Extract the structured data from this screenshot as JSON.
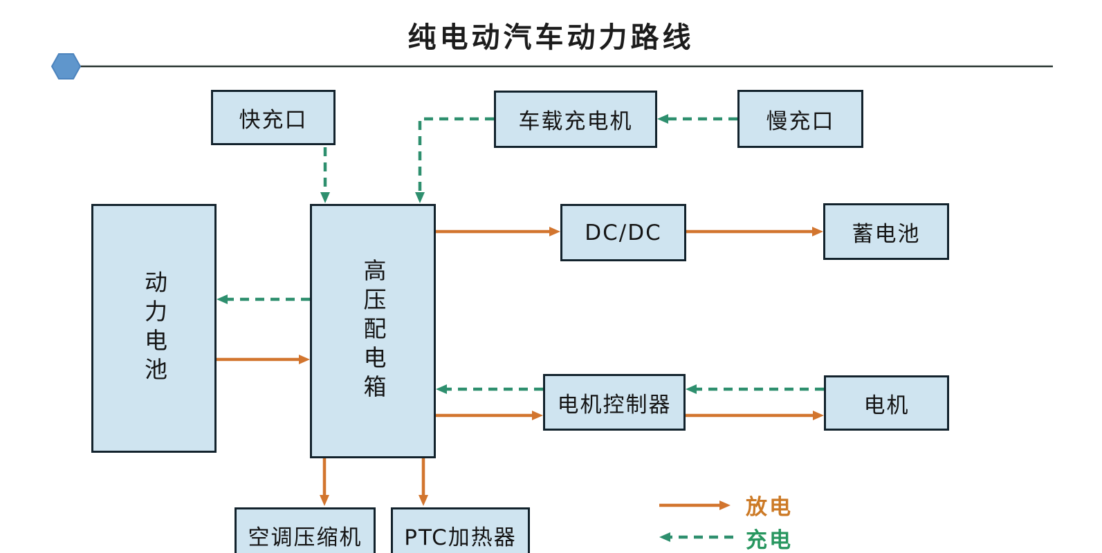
{
  "title": "纯电动汽车动力路线",
  "nodes": {
    "fast_charge_port": "快充口",
    "onboard_charger": "车载充电机",
    "slow_charge_port": "慢充口",
    "power_battery": "动力电池",
    "hv_distribution_box": "高压配电箱",
    "dcdc": "DC/DC",
    "aux_battery": "蓄电池",
    "motor_controller": "电机控制器",
    "motor": "电机",
    "ac_compressor": "空调压缩机",
    "ptc_heater": "PTC加热器"
  },
  "legend": {
    "discharge_label": "放电",
    "charge_label": "充电"
  },
  "edges": [
    {
      "from": "快充口",
      "to": "高压配电箱",
      "type": "充电"
    },
    {
      "from": "慢充口",
      "to": "车载充电机",
      "type": "充电"
    },
    {
      "from": "车载充电机",
      "to": "高压配电箱",
      "type": "充电"
    },
    {
      "from": "高压配电箱",
      "to": "动力电池",
      "type": "充电"
    },
    {
      "from": "电机控制器",
      "to": "高压配电箱",
      "type": "充电"
    },
    {
      "from": "电机",
      "to": "电机控制器",
      "type": "充电"
    },
    {
      "from": "动力电池",
      "to": "高压配电箱",
      "type": "放电"
    },
    {
      "from": "高压配电箱",
      "to": "DC/DC",
      "type": "放电"
    },
    {
      "from": "DC/DC",
      "to": "蓄电池",
      "type": "放电"
    },
    {
      "from": "高压配电箱",
      "to": "电机控制器",
      "type": "放电"
    },
    {
      "from": "电机控制器",
      "to": "电机",
      "type": "放电"
    },
    {
      "from": "高压配电箱",
      "to": "空调压缩机",
      "type": "放电"
    },
    {
      "from": "高压配电箱",
      "to": "PTC加热器",
      "type": "放电"
    }
  ],
  "colors": {
    "discharge_arrow": "#d2752e",
    "charge_arrow": "#2e8f6e",
    "node_fill": "#cfe4f0",
    "node_border": "#12222c",
    "legend_discharge_text": "#cc7a26",
    "legend_charge_text": "#27965f",
    "hexagon": "#5f96cc"
  }
}
